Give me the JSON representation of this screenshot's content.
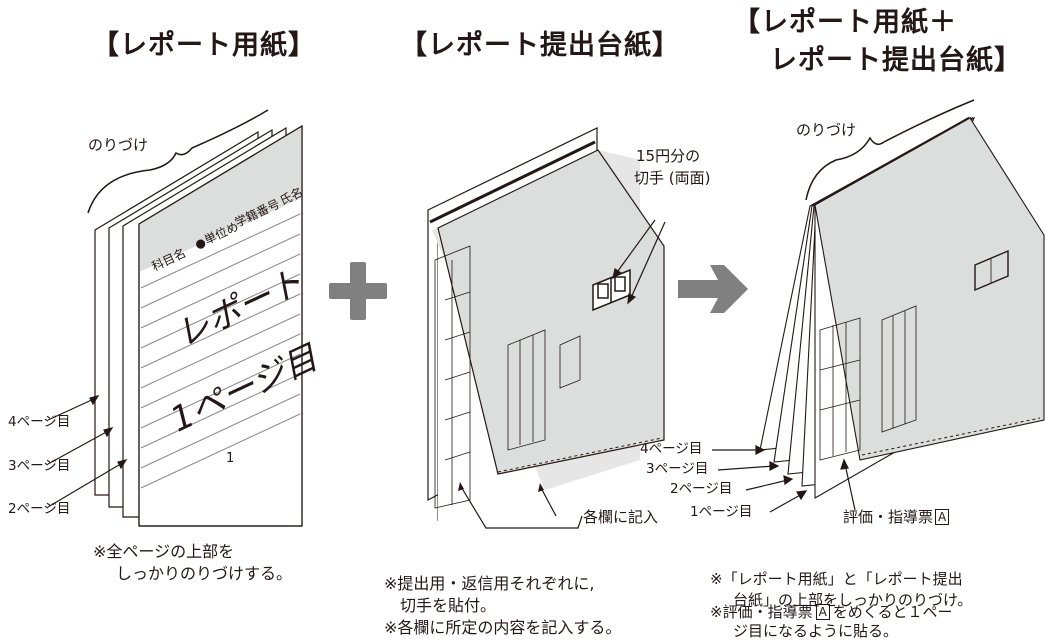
{
  "headers": {
    "col1": "【レポート用紙】",
    "col2": "【レポート提出台紙】",
    "col3_line1": "【レポート用紙＋",
    "col3_line2": "レポート提出台紙】"
  },
  "col1": {
    "glue_label": "のりづけ",
    "header_fields": [
      "科目名",
      "●単位め",
      "学籍番号",
      "氏名"
    ],
    "title_line1": "レポート",
    "title_line2": "1ページ目",
    "page_number": "1",
    "page_labels": [
      "4ページ目",
      "3ページ目",
      "2ページ目"
    ],
    "note_line1": "※全ページの上部を",
    "note_line2": "しっかりのりづけする。"
  },
  "col2": {
    "stamp_label_line1": "15円分の",
    "stamp_label_line2": "切手 (両面)",
    "fill_label": "各欄に記入",
    "note_line1": "※提出用・返信用それぞれに,",
    "note_line2": "切手を貼付。",
    "note_line3": "※各欄に所定の内容を記入する。"
  },
  "col3": {
    "glue_label": "のりづけ",
    "page_labels": [
      "4ページ目",
      "3ページ目",
      "2ページ目",
      "1ページ目"
    ],
    "eval_label": "評価・指導票",
    "eval_mark": "A",
    "note_line1": "※「レポート用紙」と「レポート提出",
    "note_line2": "台紙」の上部をしっかりのりづけ。",
    "note_line3": "※評価・指導票",
    "note_line3b": "をめくると１ペー",
    "note_line4": "ジ目になるように貼る。"
  },
  "colors": {
    "ink": "#231815",
    "gray": "#808080",
    "sheet_gray": "#dcdddd"
  }
}
